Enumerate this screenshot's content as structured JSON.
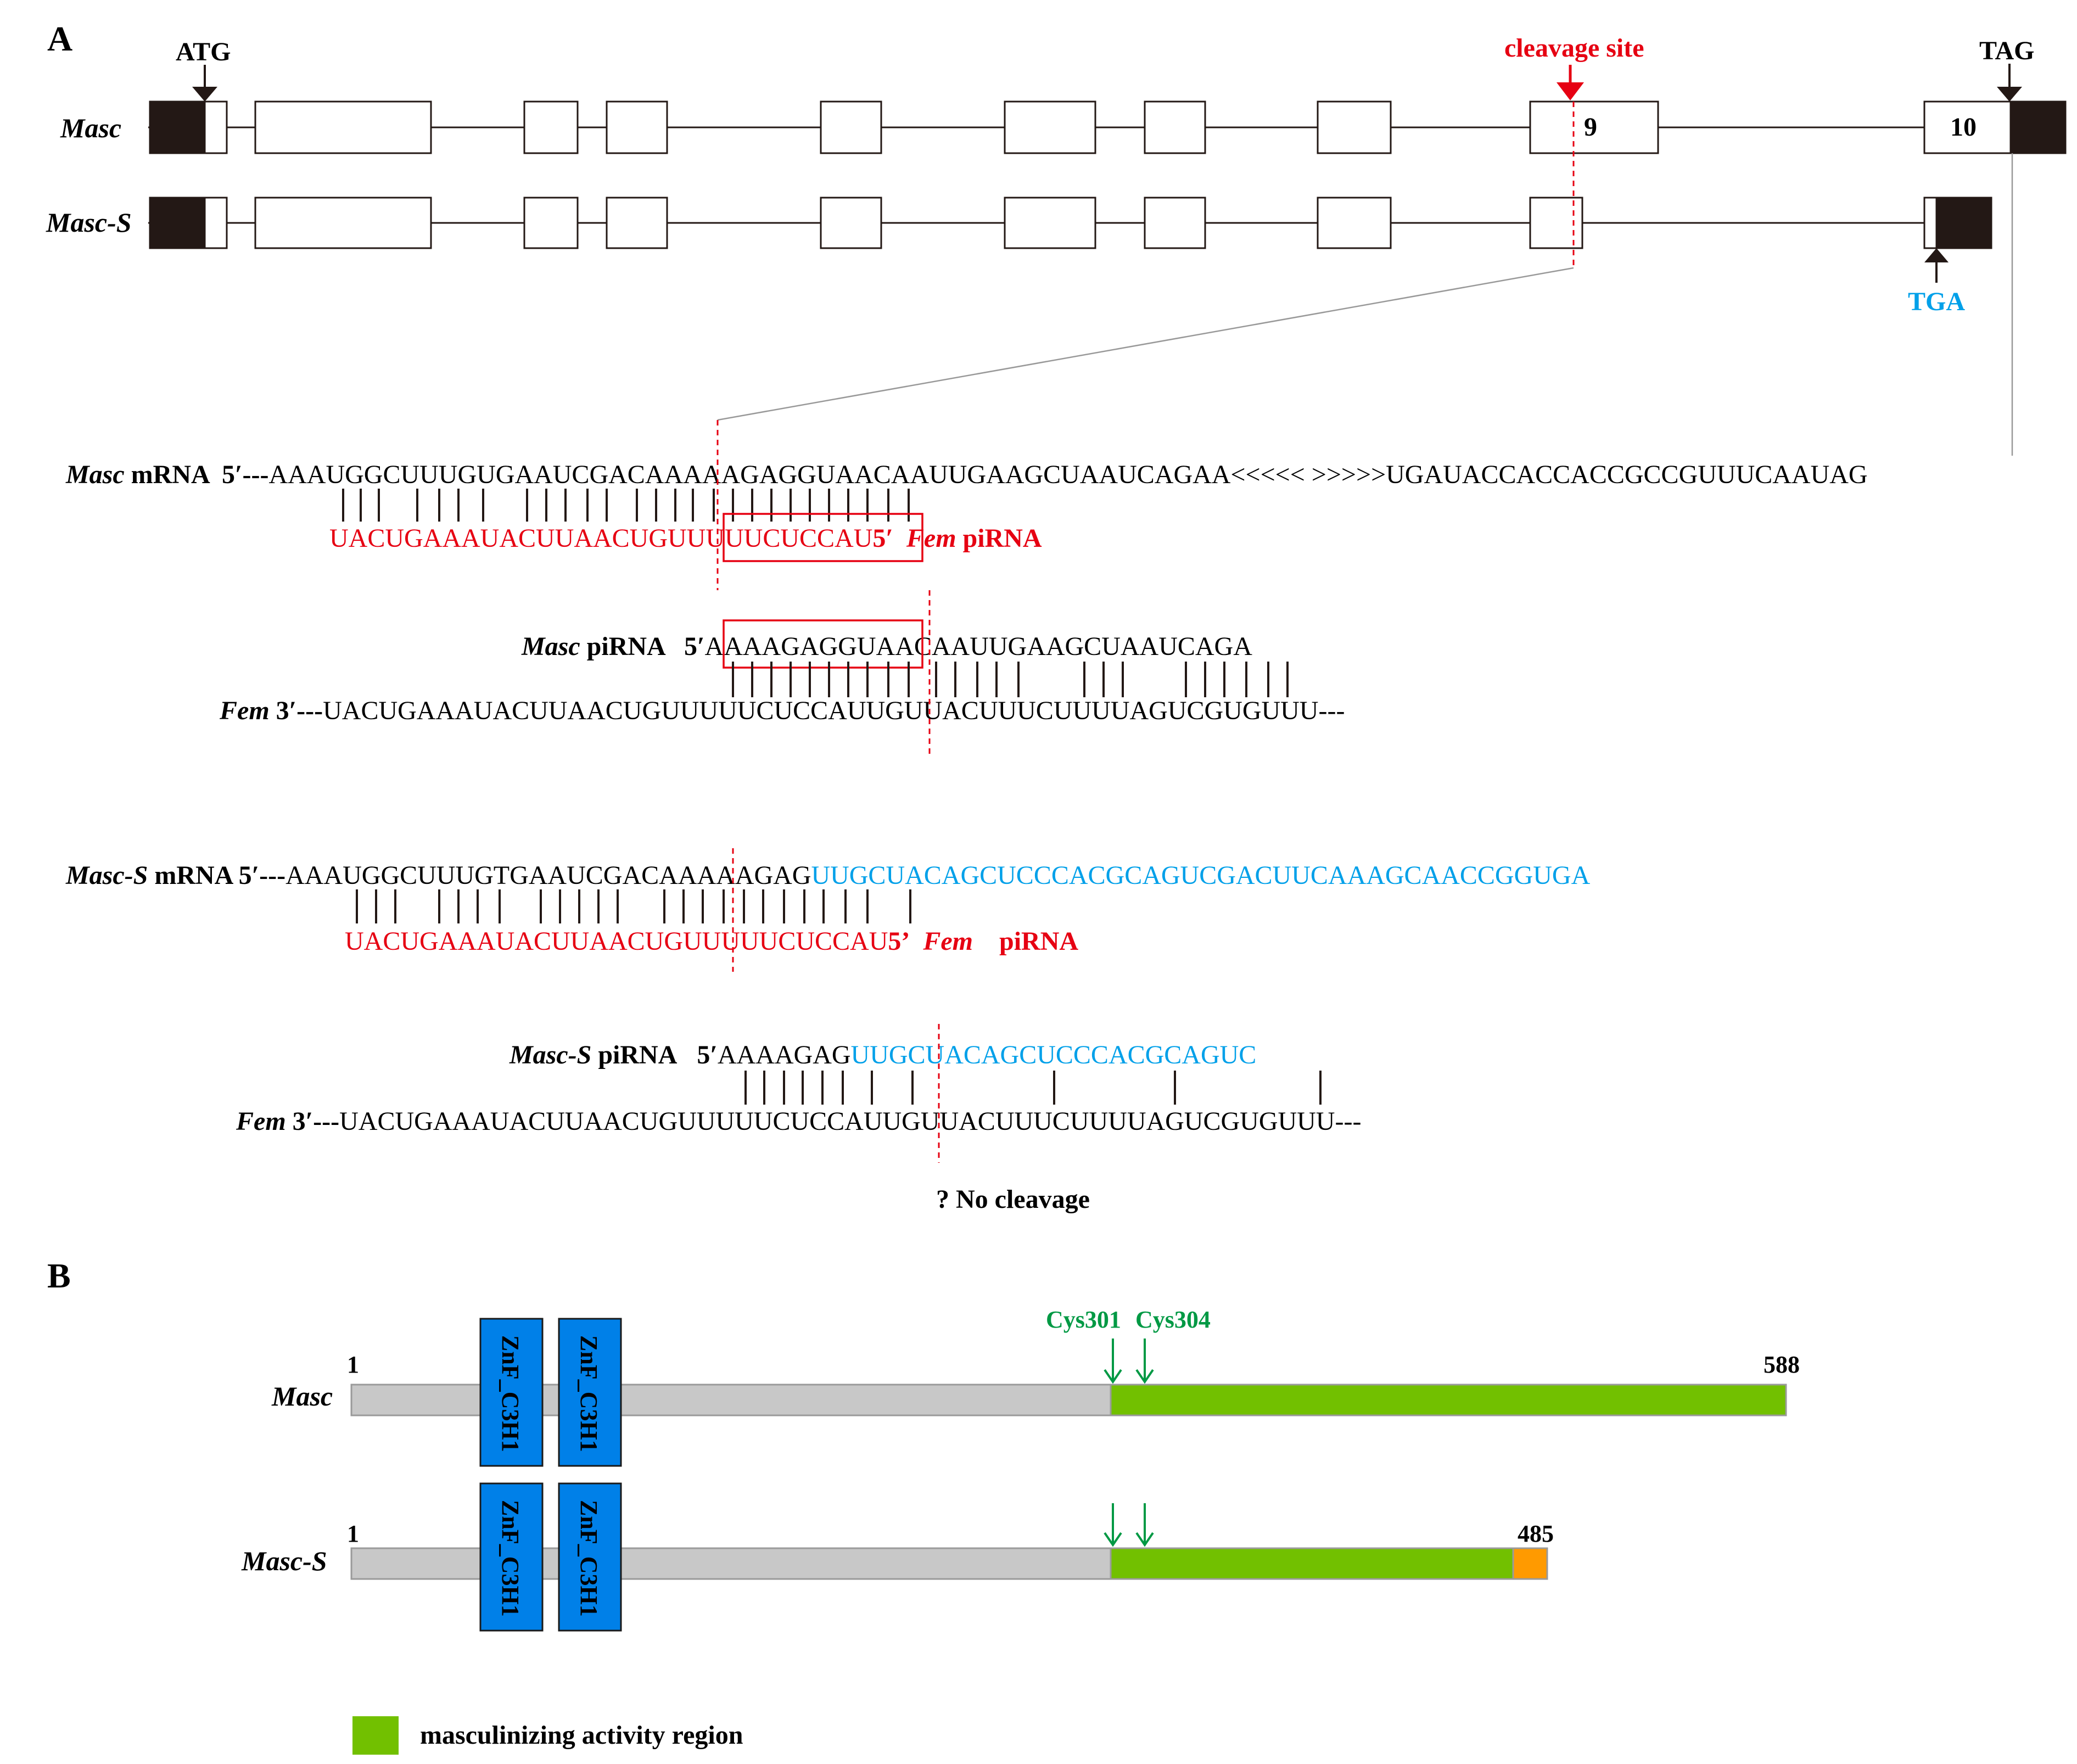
{
  "panelA": {
    "letter": "A",
    "gene_rows": [
      {
        "label": "Masc"
      },
      {
        "label": "Masc-S"
      }
    ],
    "markers": {
      "start_codon": "ATG",
      "stop_codon_masc": "TAG",
      "stop_codon_masc_s": "TGA",
      "cleavage_site": "cleavage  site",
      "exon9": "9",
      "exon10": "10"
    },
    "alignments": {
      "masc_mrna": {
        "name": "Masc",
        "suffix": " mRNA  5′---",
        "seq": "AAAUGGCUUUGUGAAUCGACAAAAAGAGGUAACAAUUGAAGCUAAUCAGAA<<<<<  >>>>>UGAUACCACCACCGCCGUUUCAAUAG"
      },
      "fem_pirna_1": {
        "seq": "UACUGAAAUACUUAACUGUUUUUCUCCAU",
        "end": "5′",
        "name": "Fem",
        "suffix": "piRNA"
      },
      "masc_pirna": {
        "name": "Masc",
        "suffix": " piRNA   5′",
        "seq": "AAAAGAGGUAACAAUUGAAGCUAAUCAGA"
      },
      "fem_target_1": {
        "name": "Fem",
        "prefix": " 3′---",
        "seq": "UACUGAAAUACUUAACUGUUUUUCUCCAUUGUUACUUUCUUUUAGUCGUGUUU---"
      },
      "masc_s_mrna": {
        "name": "Masc-S",
        "suffix": " mRNA 5′---",
        "seq_black": "AAAUGGCUUUGTGAAUCGACAAAAAGAG",
        "seq_blue": "UUGCUACAGCUCCCACGCAGUCGACUUCAAAGCAACCGGUGA"
      },
      "fem_pirna_2": {
        "seq": "UACUGAAAUACUUAACUGUUUUUCUCCAU",
        "end": "5’",
        "name": "Fem",
        "suffix": "piRNA"
      },
      "masc_s_pirna": {
        "name": "Masc-S",
        "suffix": " piRNA",
        "prime": "5′",
        "seq_black": "AAAAGAG",
        "seq_blue": "UUGCUACAGCUCCCACGCAGUC"
      },
      "fem_target_2": {
        "name": "Fem",
        "prefix": " 3′---",
        "seq": "UACUGAAAUACUUAACUGUUUUUCUCCAUUGUUACUUUCUUUUAGUCGUGUUU---"
      },
      "no_cleavage": "? No cleavage"
    }
  },
  "panelB": {
    "letter": "B",
    "domain_label": "ZnF_C3H1",
    "sites": [
      "Cys301",
      "Cys304"
    ],
    "proteins": [
      {
        "label": "Masc",
        "start": "1",
        "end": "588"
      },
      {
        "label": "Masc-S",
        "start": "1",
        "end": "485"
      }
    ],
    "legend": "masculinizing activity region",
    "colors": {
      "backbone": "#c8c8c8",
      "domain": "#0080e8",
      "active_region": "#72c000",
      "extra_tail": "#ff9a00",
      "site_arrow": "#009944",
      "red": "#e60012",
      "blue": "#00a0e9",
      "black": "#231815"
    }
  }
}
